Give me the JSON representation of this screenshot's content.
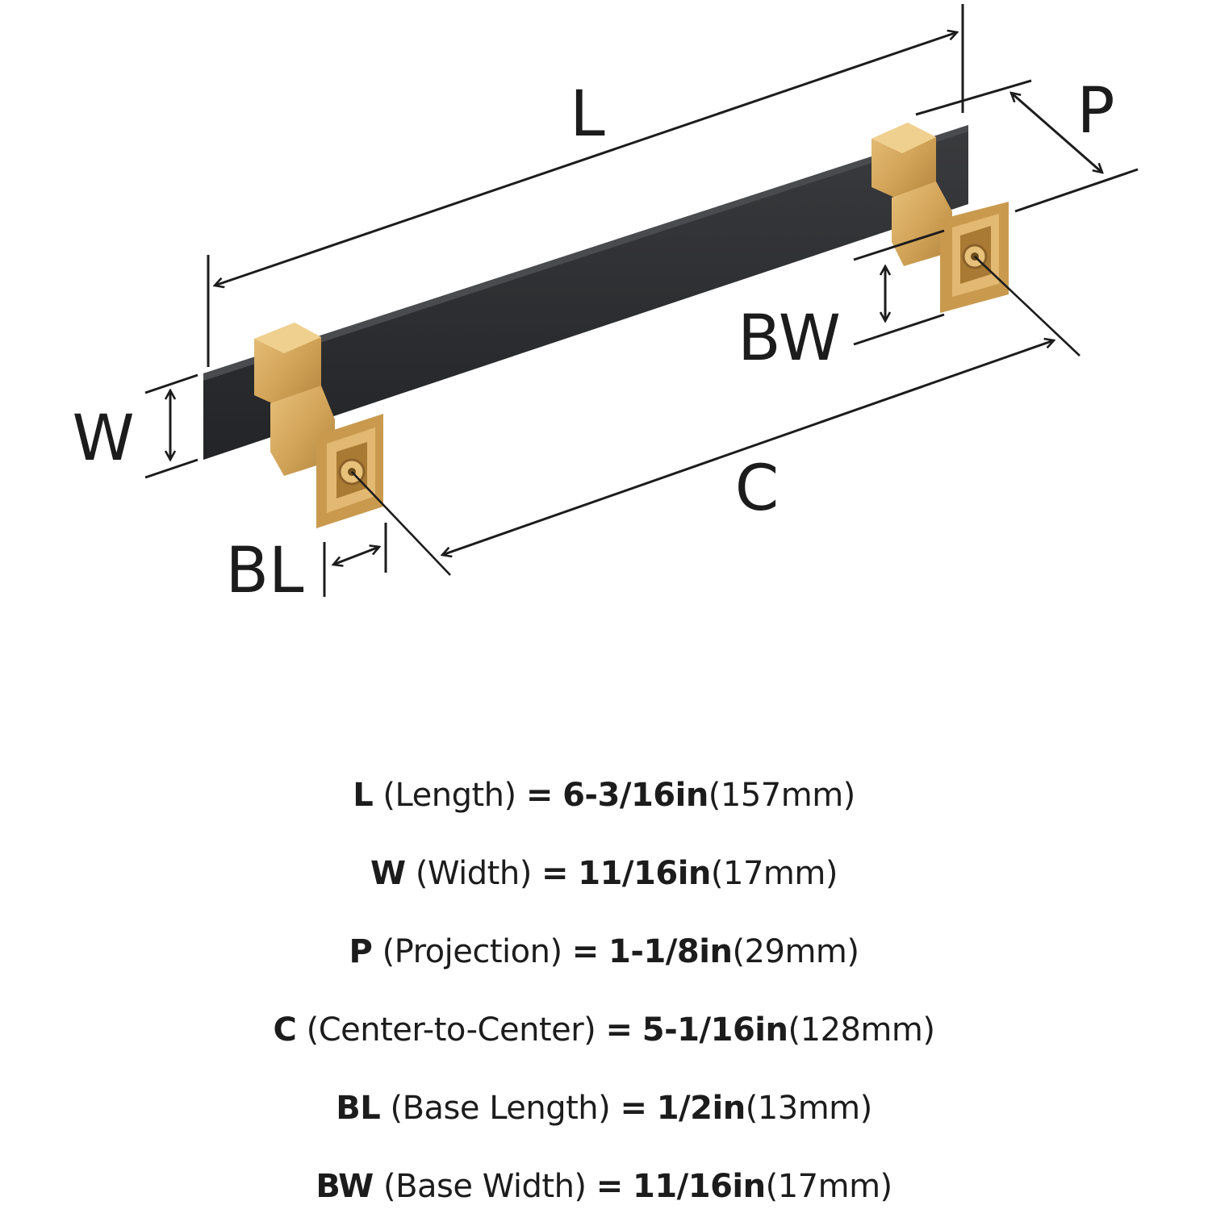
{
  "dimension_labels": {
    "L": "L",
    "W": "W",
    "P": "P",
    "C": "C",
    "BL": "BL",
    "BW": "BW"
  },
  "colors": {
    "bar": "#2b2c2f",
    "brass": "#d6a85c",
    "brass_dark": "#a97a34",
    "line": "#1c1c1c"
  },
  "specs": [
    {
      "key": "L",
      "name": "(Length)",
      "eq": "=",
      "value": "6-3/16in",
      "metric": "(157mm)"
    },
    {
      "key": "W",
      "name": "(Width)",
      "eq": "=",
      "value": "11/16in",
      "metric": "(17mm)"
    },
    {
      "key": "P",
      "name": "(Projection)",
      "eq": "=",
      "value": "1-1/8in",
      "metric": "(29mm)"
    },
    {
      "key": "C",
      "name": "(Center-to-Center)",
      "eq": "=",
      "value": "5-1/16in",
      "metric": "(128mm)"
    },
    {
      "key": "BL",
      "name": "(Base Length)",
      "eq": "=",
      "value": "1/2in",
      "metric": "(13mm)"
    },
    {
      "key": "BW",
      "name": "(Base Width)",
      "eq": "=",
      "value": "11/16in",
      "metric": "(17mm)"
    }
  ]
}
